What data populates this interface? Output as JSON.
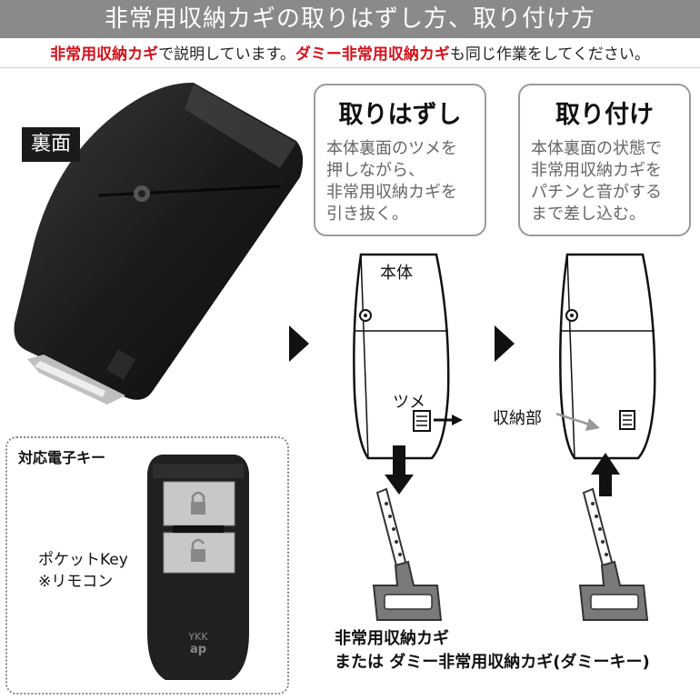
{
  "header": {
    "title": "非常用収納カギの取りはずし方、取り付け方"
  },
  "subtitle": {
    "part1": "非常用収納カギ",
    "part2": "で説明しています。",
    "part3": "ダミー非常用収納カギ",
    "part4": "も同じ作業をしてください。"
  },
  "photo": {
    "back_label": "裏面"
  },
  "removal": {
    "title": "取りはずし",
    "lines": [
      "本体裏面のツメを",
      "押しながら、",
      "非常用収納カギを",
      "引き抜く。"
    ]
  },
  "install": {
    "title": "取り付け",
    "lines": [
      "本体裏面の状態で",
      "非常用収納カギを",
      "パチンと音がする",
      "まで差し込む。"
    ]
  },
  "diagram": {
    "body_label": "本体",
    "claw_label": "ツメ",
    "storage_label": "収納部"
  },
  "compat": {
    "title": "対応電子キー",
    "line1": "ポケットKey",
    "line2": "※リモコン",
    "brand": "YKK ap"
  },
  "caption": {
    "line1": "非常用収納カギ",
    "line2": "または ダミー非常用収納カギ(ダミーキー)"
  },
  "colors": {
    "accent_red": "#d4111b",
    "header_gray": "#8a8a8a"
  }
}
